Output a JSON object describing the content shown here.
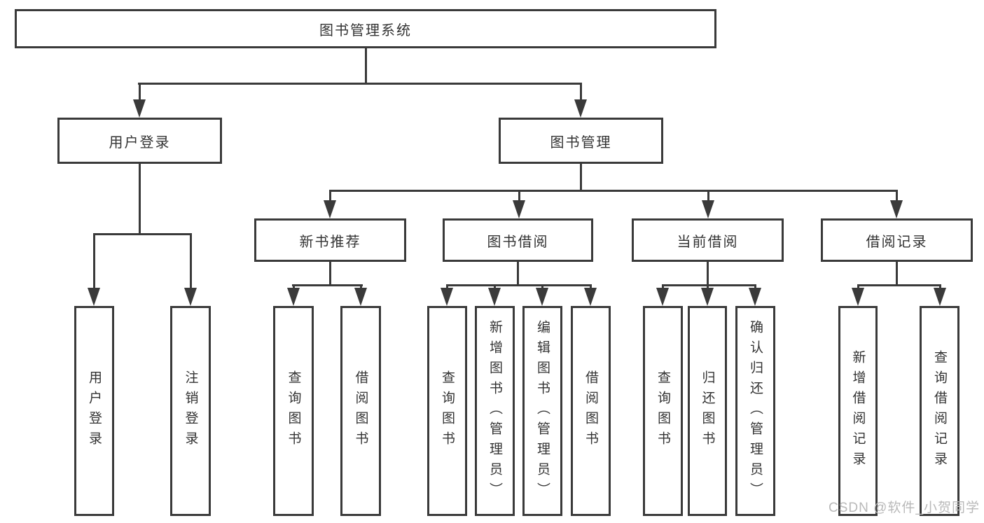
{
  "tree": {
    "root": {
      "label": "图书管理系统"
    },
    "branches": [
      {
        "label": "用户登录",
        "children": [
          "用户登录",
          "注销登录"
        ]
      },
      {
        "label": "图书管理",
        "sections": [
          {
            "label": "新书推荐",
            "children": [
              "查询图书",
              "借阅图书"
            ]
          },
          {
            "label": "图书借阅",
            "children": [
              "查询图书",
              "新增图书（管理员）",
              "编辑图书（管理员）",
              "借阅图书"
            ]
          },
          {
            "label": "当前借阅",
            "children": [
              "查询图书",
              "归还图书",
              "确认归还（管理员）"
            ]
          },
          {
            "label": "借阅记录",
            "children": [
              "新增借阅记录",
              "查询借阅记录"
            ]
          }
        ]
      }
    ]
  },
  "watermark": {
    "text": "CSDN @软件_小贺同学"
  },
  "colors": {
    "line": "#3a3a3a",
    "text": "#333333",
    "watermark": "#b9b9b9",
    "background": "#ffffff"
  }
}
